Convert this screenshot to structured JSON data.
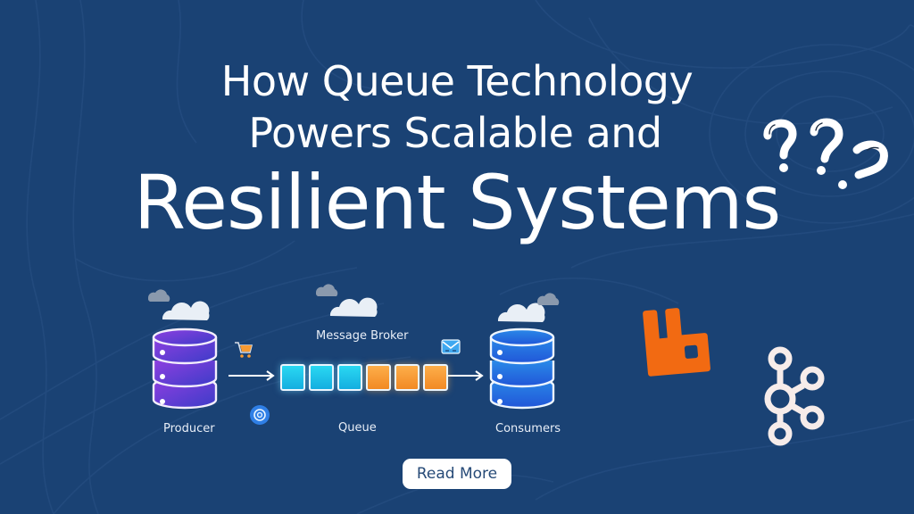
{
  "headline": {
    "line1": "How Queue Technology",
    "line2": "Powers Scalable and",
    "line3": "Resilient Systems"
  },
  "diagram": {
    "producer_label": "Producer",
    "broker_label": "Message Broker",
    "queue_label": "Queue",
    "consumers_label": "Consumers",
    "queue_items": [
      "cyan",
      "cyan",
      "cyan",
      "orange",
      "orange",
      "orange"
    ]
  },
  "icons": {
    "producer": "database-icon",
    "consumers": "database-icon",
    "cart": "shopping-cart-icon",
    "email": "at-sign-icon",
    "envelope": "envelope-icon",
    "clouds": "cloud-icon",
    "rabbitmq": "rabbitmq-logo",
    "kafka": "kafka-logo",
    "questions": "question-mark-icon"
  },
  "colors": {
    "background": "#1a4274",
    "producer": "#6a3fd6",
    "consumers": "#2a72e6",
    "queue_cyan": "#1fc6ea",
    "queue_orange": "#f79a32",
    "rabbitmq": "#f26a12",
    "kafka": "#f6ecea"
  },
  "cta": {
    "read_more_label": "Read More"
  }
}
